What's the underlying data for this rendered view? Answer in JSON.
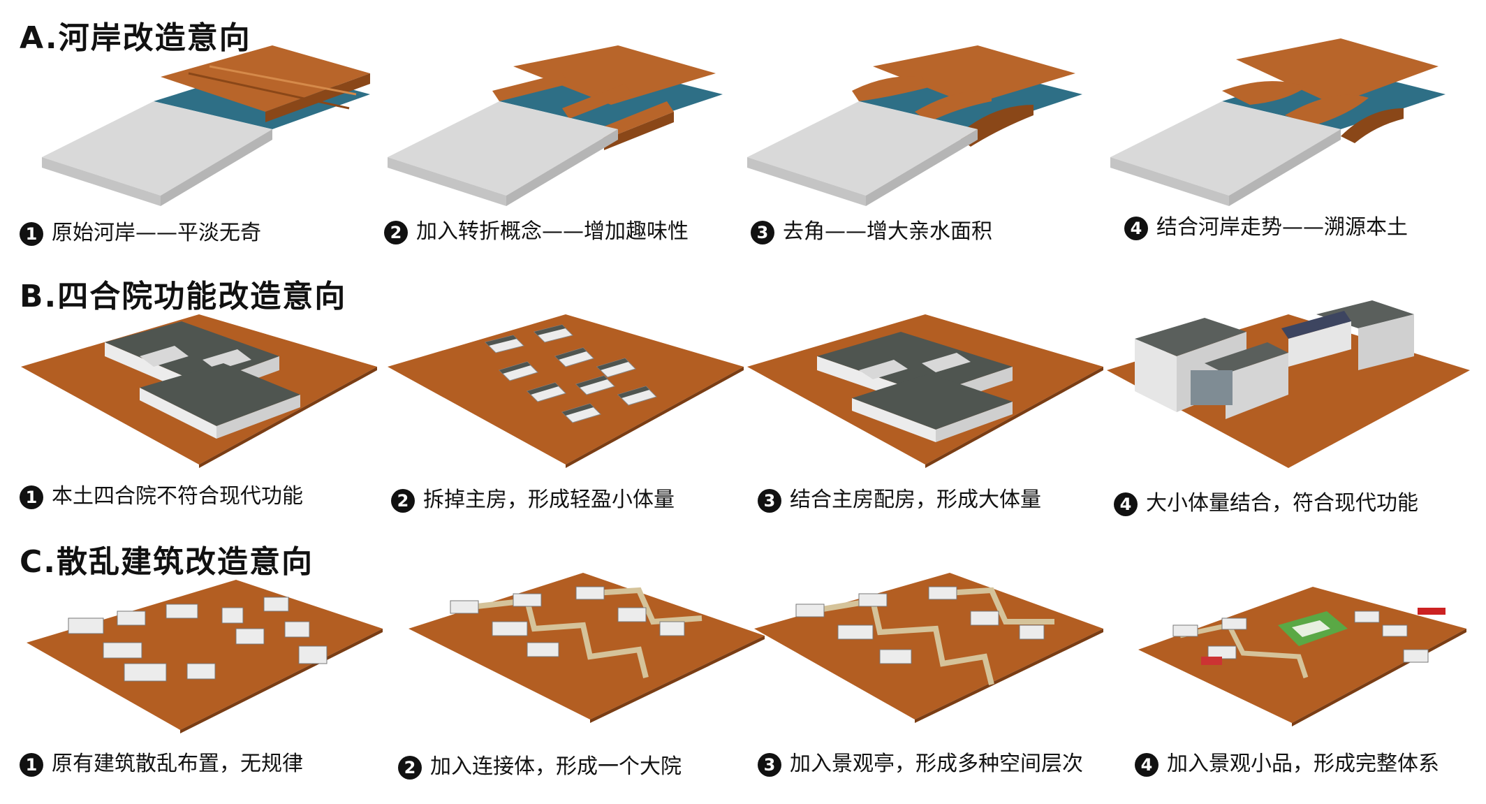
{
  "sections": [
    {
      "title": "A.河岸改造意向",
      "captions": [
        {
          "num": "1",
          "text": "原始河岸——平淡无奇"
        },
        {
          "num": "2",
          "text": "加入转折概念——增加趣味性"
        },
        {
          "num": "3",
          "text": "去角——增大亲水面积"
        },
        {
          "num": "4",
          "text": "结合河岸走势——溯源本土"
        }
      ]
    },
    {
      "title": "B.四合院功能改造意向",
      "captions": [
        {
          "num": "1",
          "text": "本土四合院不符合现代功能"
        },
        {
          "num": "2",
          "text": "拆掉主房，形成轻盈小体量"
        },
        {
          "num": "3",
          "text": "结合主房配房，形成大体量"
        },
        {
          "num": "4",
          "text": "大小体量结合，符合现代功能"
        }
      ]
    },
    {
      "title": "C.散乱建筑改造意向",
      "captions": [
        {
          "num": "1",
          "text": "原有建筑散乱布置，无规律"
        },
        {
          "num": "2",
          "text": "加入连接体，形成一个大院"
        },
        {
          "num": "3",
          "text": "加入景观亭，形成多种空间层次"
        },
        {
          "num": "4",
          "text": "加入景观小品，形成完整体系"
        }
      ]
    }
  ],
  "colors": {
    "wood": "#b8652a",
    "wood_dark": "#8a4718",
    "water": "#2e6f86",
    "paving": "#d9d9d9",
    "ground": "#b35e22",
    "roof": "#4f5550",
    "wall": "#ececec",
    "green": "#5aa845",
    "red": "#cc2222"
  }
}
